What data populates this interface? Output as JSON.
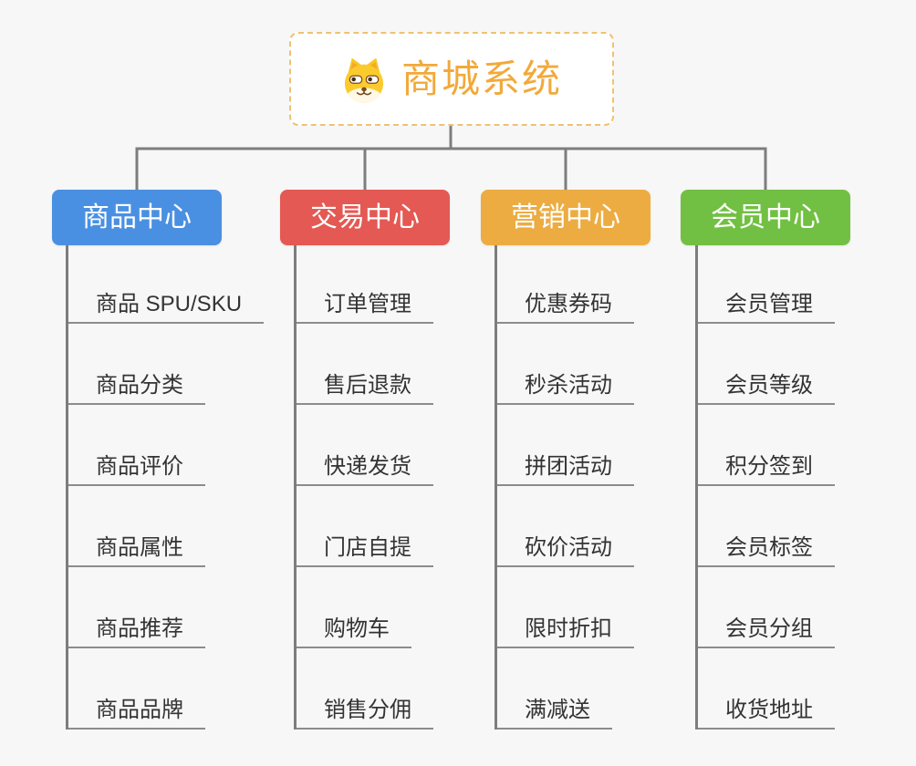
{
  "root": {
    "label": "商城系统",
    "icon": "shiba-dog-icon",
    "label_color": "#F2A93B",
    "border_color": "#EFC271"
  },
  "branches": [
    {
      "label": "商品中心",
      "color": "#4A90E2",
      "items": [
        "商品 SPU/SKU",
        "商品分类",
        "商品评价",
        "商品属性",
        "商品推荐",
        "商品品牌"
      ]
    },
    {
      "label": "交易中心",
      "color": "#E45953",
      "items": [
        "订单管理",
        "售后退款",
        "快递发货",
        "门店自提",
        "购物车",
        "销售分佣"
      ]
    },
    {
      "label": "营销中心",
      "color": "#EDAC41",
      "items": [
        "优惠券码",
        "秒杀活动",
        "拼团活动",
        "砍价活动",
        "限时折扣",
        "满减送"
      ]
    },
    {
      "label": "会员中心",
      "color": "#72C043",
      "items": [
        "会员管理",
        "会员等级",
        "积分签到",
        "会员标签",
        "会员分组",
        "收货地址"
      ]
    }
  ],
  "style": {
    "background": "#F7F7F7",
    "connector_color": "#7D7D7D",
    "leaf_underline_color": "#8C8C8C",
    "leaf_text_color": "#333333"
  }
}
